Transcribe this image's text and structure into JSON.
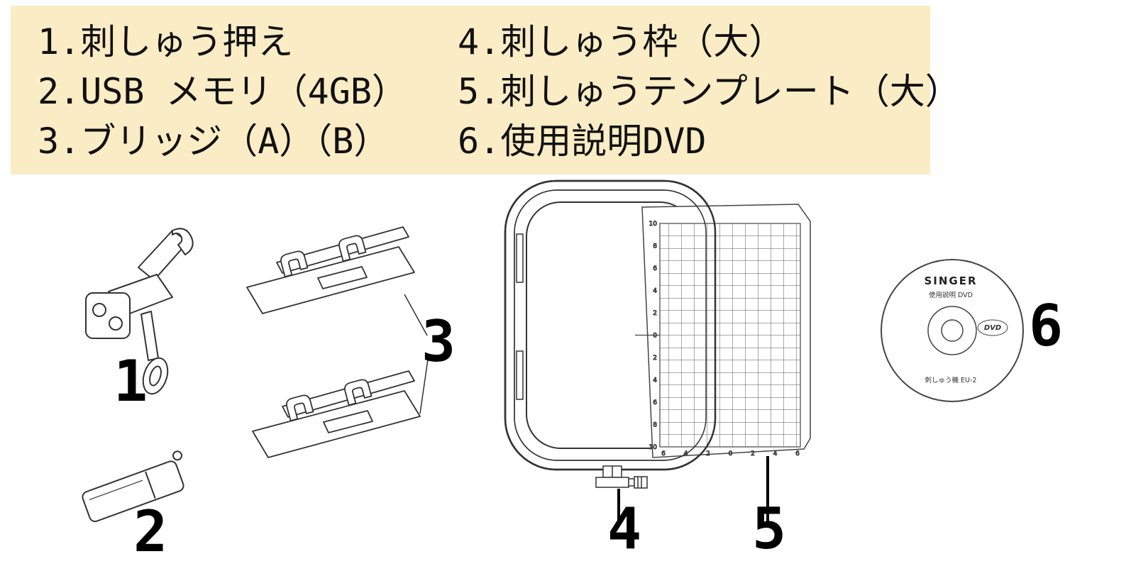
{
  "colors": {
    "legend_background": "#faecc5",
    "line_art": "#333333",
    "ink": "#111111"
  },
  "legend": {
    "columns": [
      {
        "items": [
          {
            "label": "1.刺しゅう押え"
          },
          {
            "label": "2.USB メモリ（4GB）"
          },
          {
            "label": "3.ブリッジ（A）（B）"
          }
        ]
      },
      {
        "items": [
          {
            "label": "4.刺しゅう枠（大）"
          },
          {
            "label": "5.刺しゅうテンプレート（大）"
          },
          {
            "label": "6.使用説明DVD"
          }
        ]
      }
    ]
  },
  "callouts": {
    "item1": "1",
    "item2": "2",
    "item3": "3",
    "item4": "4",
    "item5": "5",
    "item6": "6"
  },
  "dvd_label": {
    "brand": "SINGER",
    "line2": "使用説明 DVD",
    "logo": "DVD",
    "line3": "刺しゅう機 EU-2"
  },
  "template_sheet": {
    "axis_left": [
      "10",
      "8",
      "6",
      "4",
      "2",
      "0",
      "2",
      "4",
      "6",
      "8",
      "10"
    ],
    "axis_bottom": [
      "6",
      "4",
      "2",
      "0",
      "2",
      "4",
      "6"
    ]
  }
}
